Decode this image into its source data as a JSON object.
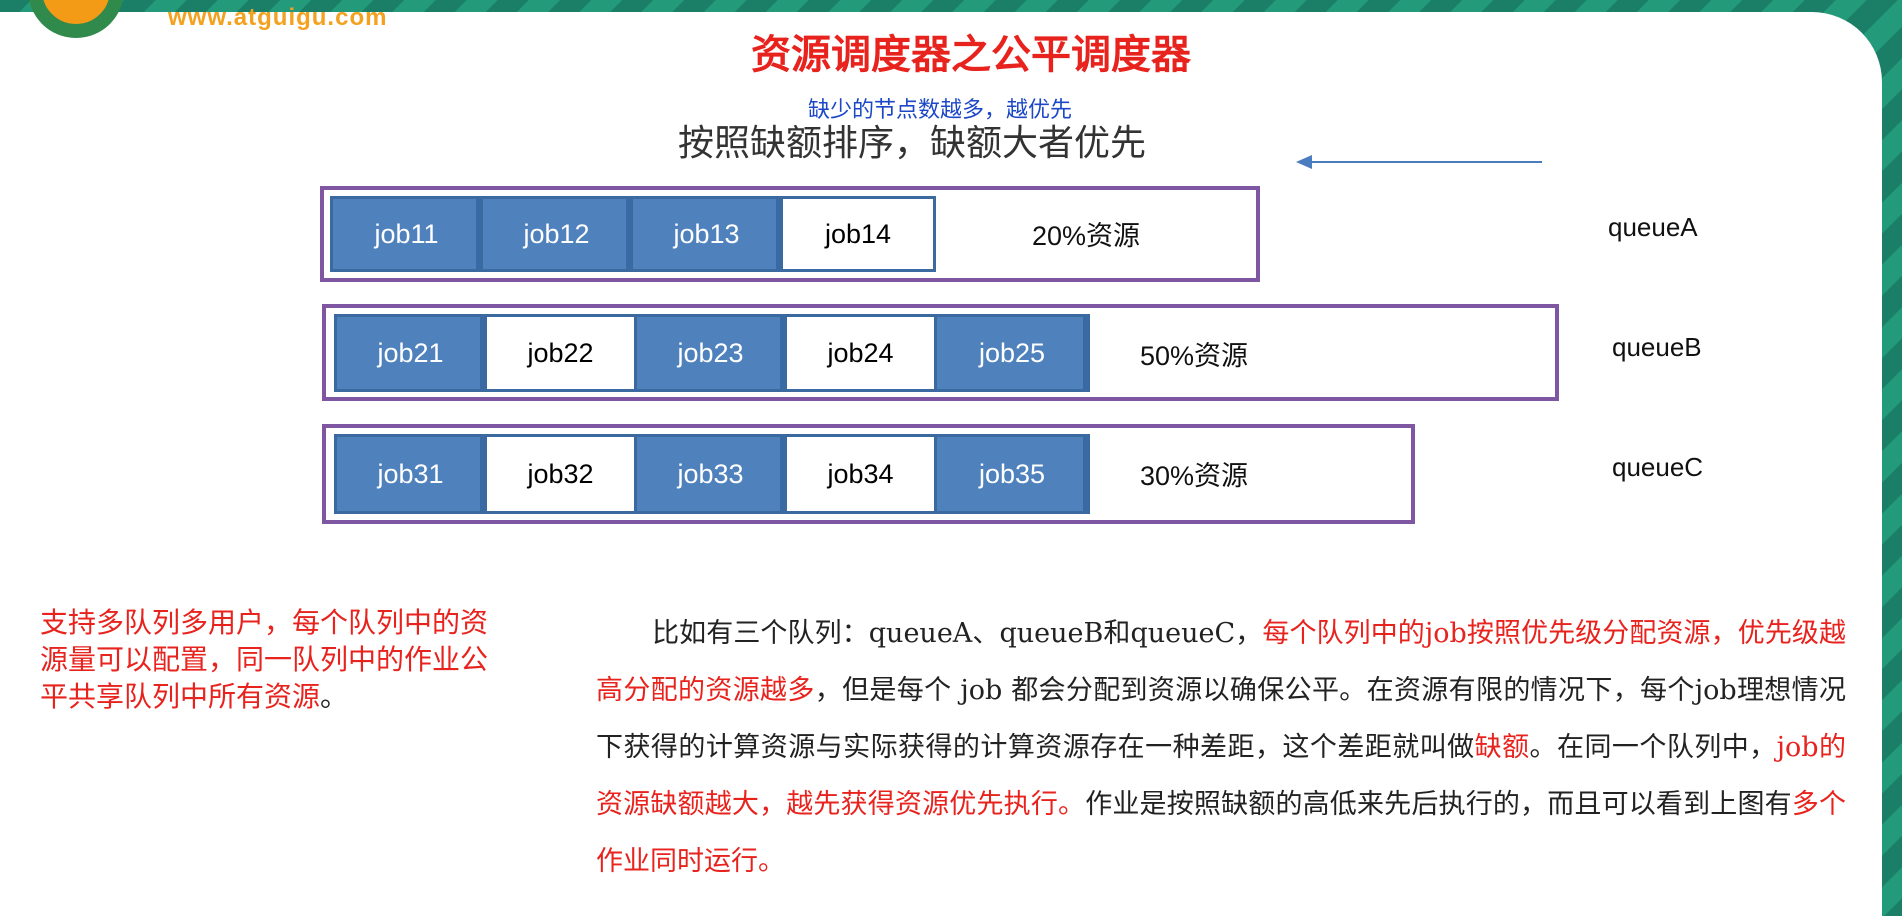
{
  "header": {
    "logo_url_text": "www.atguigu.com",
    "title": "资源调度器之公平调度器",
    "note": "缺少的节点数越多，越优先",
    "subtitle": "按照缺额排序，缺额大者优先"
  },
  "queues": [
    {
      "label": "queueA",
      "resource": "20%资源",
      "jobs": [
        {
          "name": "job11",
          "filled": true
        },
        {
          "name": "job12",
          "filled": true
        },
        {
          "name": "job13",
          "filled": true
        },
        {
          "name": "job14",
          "filled": false
        }
      ]
    },
    {
      "label": "queueB",
      "resource": "50%资源",
      "jobs": [
        {
          "name": "job21",
          "filled": true
        },
        {
          "name": "job22",
          "filled": false
        },
        {
          "name": "job23",
          "filled": true
        },
        {
          "name": "job24",
          "filled": false
        },
        {
          "name": "job25",
          "filled": true
        }
      ]
    },
    {
      "label": "queueC",
      "resource": "30%资源",
      "jobs": [
        {
          "name": "job31",
          "filled": true
        },
        {
          "name": "job32",
          "filled": false
        },
        {
          "name": "job33",
          "filled": true
        },
        {
          "name": "job34",
          "filled": false
        },
        {
          "name": "job35",
          "filled": true
        }
      ]
    }
  ],
  "left_note": {
    "text": "支持多队列多用户，每个队列中的资源量可以配置，同一队列中的作业公平共享队列中所有资源",
    "end": "。"
  },
  "paragraph": [
    {
      "t": "比如有三个队列：queueA、queueB和queueC，",
      "red": false
    },
    {
      "t": "每个队列中的job按照优先级分配资源，优先级越高分配的资源越多",
      "red": true
    },
    {
      "t": "，但是每个 job 都会分配到资源以确保公平。在资源有限的情况下，每个job理想情况下获得的计算资源与实际获得的计算资源存在一种差距，这个差距就叫做",
      "red": false
    },
    {
      "t": "缺额",
      "red": true
    },
    {
      "t": "。在同一个队列中，",
      "red": false
    },
    {
      "t": "job的资源缺额越大，越先获得资源优先执行。",
      "red": true
    },
    {
      "t": "作业是按照缺额的高低来先后执行的，而且可以看到上图有",
      "red": false
    },
    {
      "t": "多个作业同时运行。",
      "red": true
    }
  ],
  "colors": {
    "accent_red": "#e8231e",
    "job_blue": "#4f81bd",
    "queue_border": "#7e56a2",
    "note_blue": "#1c48c8"
  }
}
